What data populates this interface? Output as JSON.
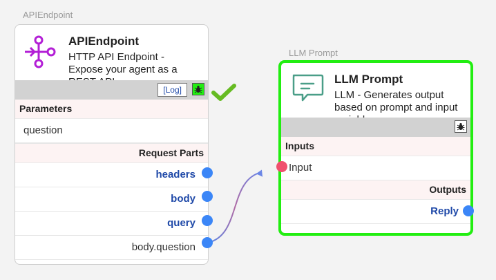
{
  "api_node": {
    "caption": "APIEndpoint",
    "title": "APIEndpoint",
    "description": "HTTP API Endpoint - Expose your agent as a REST API",
    "log_label": "[Log]",
    "parameters_title": "Parameters",
    "parameters": [
      "question"
    ],
    "request_parts_title": "Request Parts",
    "request_parts": [
      "headers",
      "body",
      "query",
      "body.question"
    ],
    "debug_active": true
  },
  "llm_node": {
    "caption": "LLM Prompt",
    "title": "LLM Prompt",
    "description": "LLM - Generates output based on prompt and input variables",
    "inputs_title": "Inputs",
    "inputs": [
      "Input"
    ],
    "outputs_title": "Outputs",
    "outputs": [
      "Reply"
    ],
    "selected": true
  },
  "status": {
    "icon": "checkmark-icon",
    "color": "#66bb22"
  },
  "colors": {
    "selected_border": "#22ee11",
    "port_output": "#3b86f7",
    "port_input": "#f0506e",
    "debug_active": "#22ee11",
    "link_text": "#1f49a8",
    "api_icon": "#b31fd6",
    "llm_icon": "#4a9e88"
  }
}
